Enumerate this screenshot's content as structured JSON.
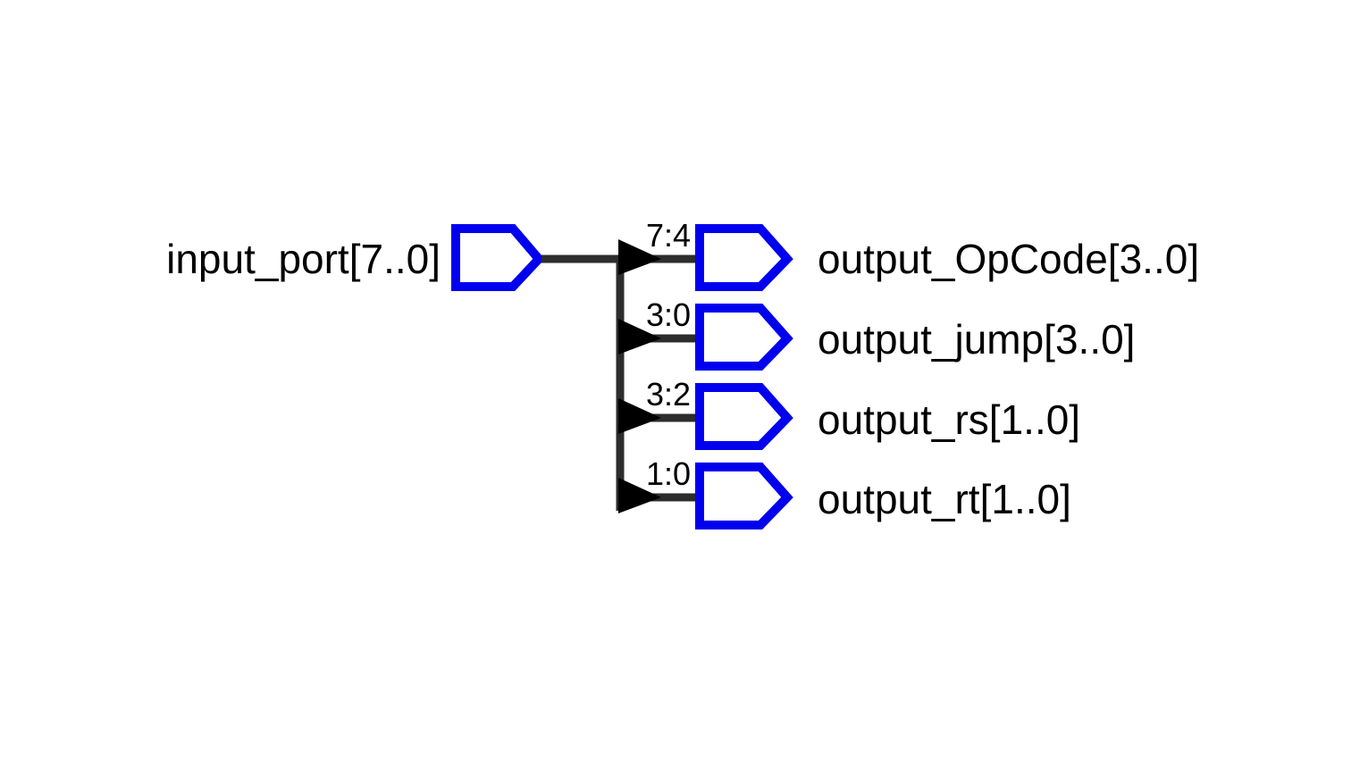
{
  "diagram": {
    "input": {
      "label": "input_port[7..0]"
    },
    "outputs": [
      {
        "label": "output_OpCode[3..0]",
        "slice": "7:4"
      },
      {
        "label": "output_jump[3..0]",
        "slice": "3:0"
      },
      {
        "label": "output_rs[1..0]",
        "slice": "3:2"
      },
      {
        "label": "output_rt[1..0]",
        "slice": "1:0"
      }
    ],
    "colors": {
      "port": "#0000ee",
      "wire": "#2d2d2d",
      "arrow": "#000000",
      "text": "#000000",
      "background": "#ffffff"
    }
  }
}
